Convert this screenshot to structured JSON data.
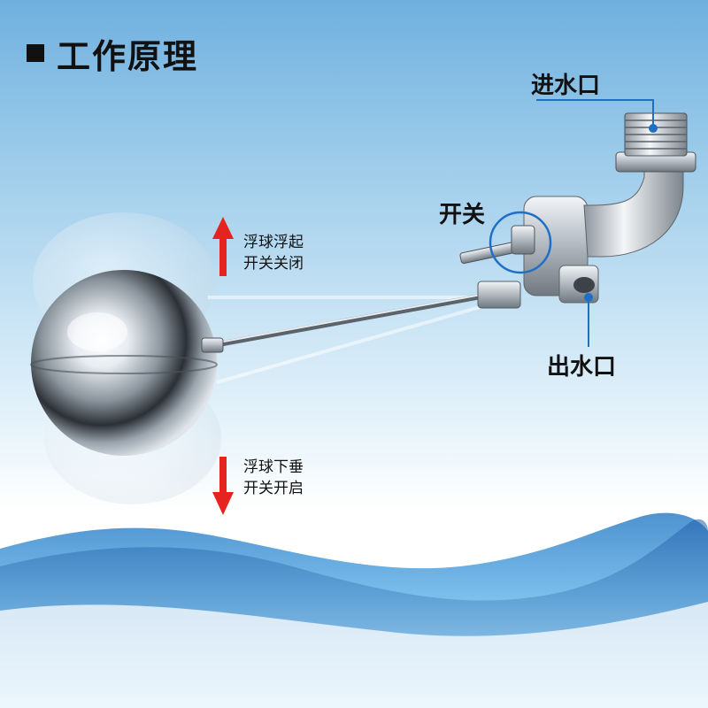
{
  "title": "工作原理",
  "labels": {
    "inlet": "进水口",
    "switch": "开关",
    "outlet": "出水口"
  },
  "states": {
    "rise_line1": "浮球浮起",
    "rise_line2": "开关关闭",
    "drop_line1": "浮球下垂",
    "drop_line2": "开关开启"
  },
  "colors": {
    "arrow": "#e52420",
    "leader": "#1f6fc4",
    "title_mark": "#111111"
  },
  "icons": {
    "up_arrow": "up-arrow-icon",
    "down_arrow": "down-arrow-icon"
  }
}
